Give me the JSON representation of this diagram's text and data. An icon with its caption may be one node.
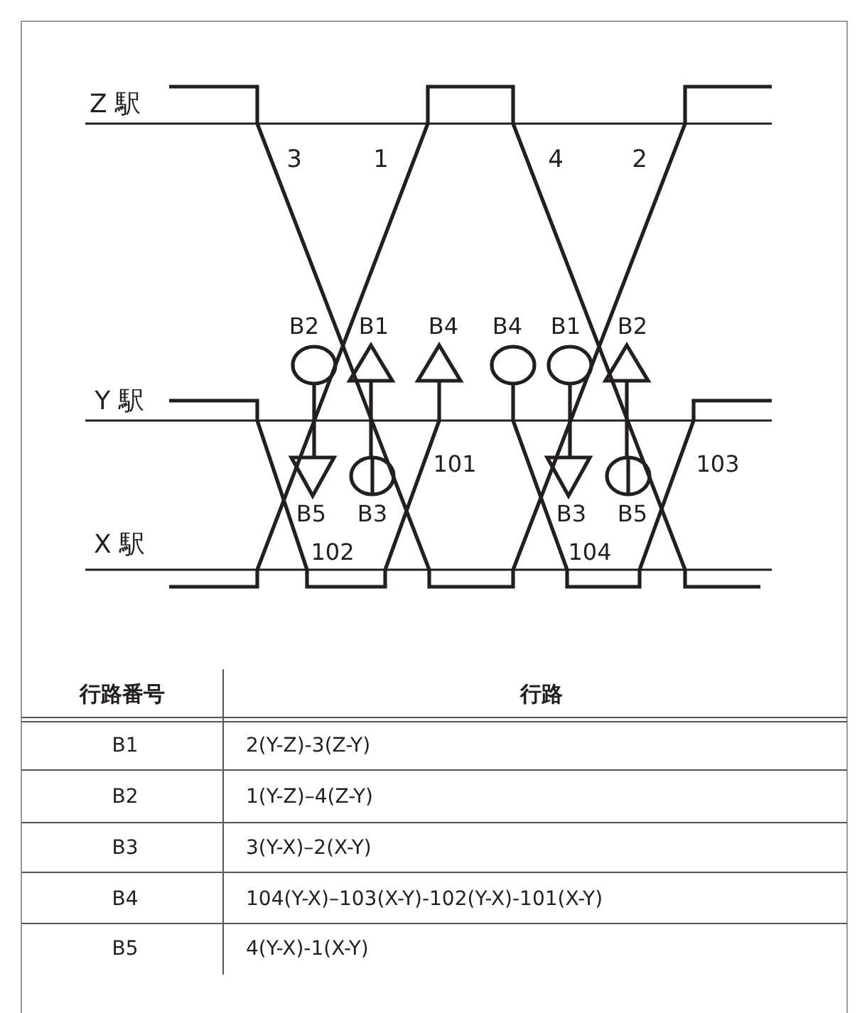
{
  "diagram": {
    "labels": [
      "Z 駅",
      "3",
      "1",
      "4",
      "2",
      "B2",
      "B1",
      "B4",
      "B4",
      "B1",
      "B2",
      "Y 駅",
      "101",
      "103",
      "B5",
      "B3",
      "B3",
      "B5",
      "X 駅",
      "102",
      "104",
      "行路番号",
      "行路",
      "B1",
      "2(Y-Z)-3(Z-Y)",
      "B2",
      "1(Y-Z)–4(Z-Y)",
      "B3",
      "3(Y-X)–2(X-Y)",
      "B4",
      "104(Y-X)–103(X-Y)-102(Y-X)-101(X-Y)",
      "B5",
      "4(Y-X)-1(X-Y)"
    ]
  }
}
